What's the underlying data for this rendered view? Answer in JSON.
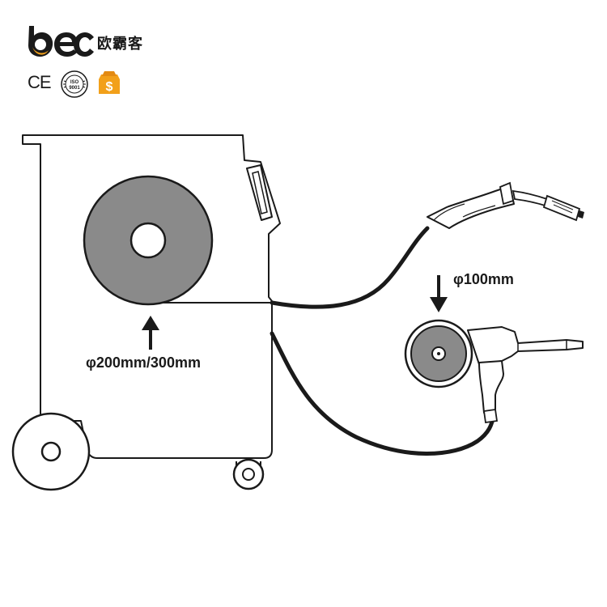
{
  "brand": {
    "logo_text": "bec",
    "chinese_name": "欧霸客",
    "accent_color": "#f2a01a",
    "dark_color": "#1a1a1a"
  },
  "certifications": {
    "ce": "CE",
    "iso": {
      "number": "ISO",
      "code": "9001",
      "seal": "ACCREDITED"
    },
    "dollar_badge": "$"
  },
  "diagram": {
    "large_spool_label": "φ200mm/300mm",
    "small_spool_label": "φ100mm",
    "spool_fill": "#8a8a8a",
    "outline_color": "#1a1a1a"
  }
}
